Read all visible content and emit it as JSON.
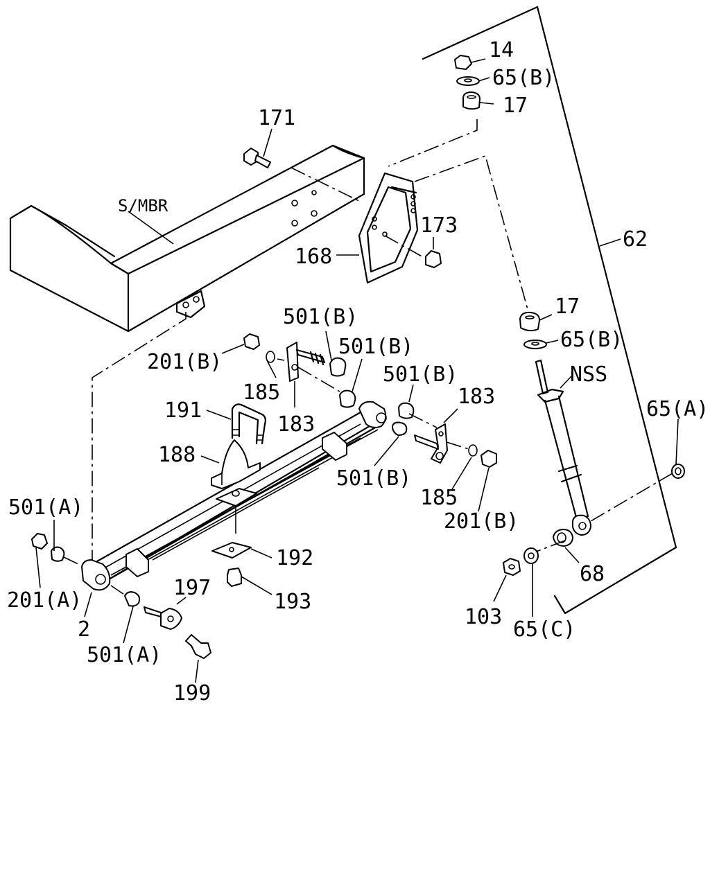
{
  "labels": {
    "p14": "14",
    "p65b_top": "65(B)",
    "p17_top": "17",
    "p171": "171",
    "smbr": "S/MBR",
    "p173": "173",
    "p168": "168",
    "p62": "62",
    "p17_mid": "17",
    "p65b_mid": "65(B)",
    "nss": "NSS",
    "p501b_1": "501(B)",
    "p501b_2": "501(B)",
    "p201b_1": "201(B)",
    "p185_1": "185",
    "p183_1": "183",
    "p501b_3": "501(B)",
    "p183_2": "183",
    "p191": "191",
    "p188": "188",
    "p501b_4": "501(B)",
    "p185_2": "185",
    "p201b_2": "201(B)",
    "p65a": "65(A)",
    "p501a_1": "501(A)",
    "p192": "192",
    "p201a": "201(A)",
    "p193": "193",
    "p68": "68",
    "p197": "197",
    "p2": "2",
    "p103": "103",
    "p65c": "65(C)",
    "p501a_2": "501(A)",
    "p199": "199"
  }
}
